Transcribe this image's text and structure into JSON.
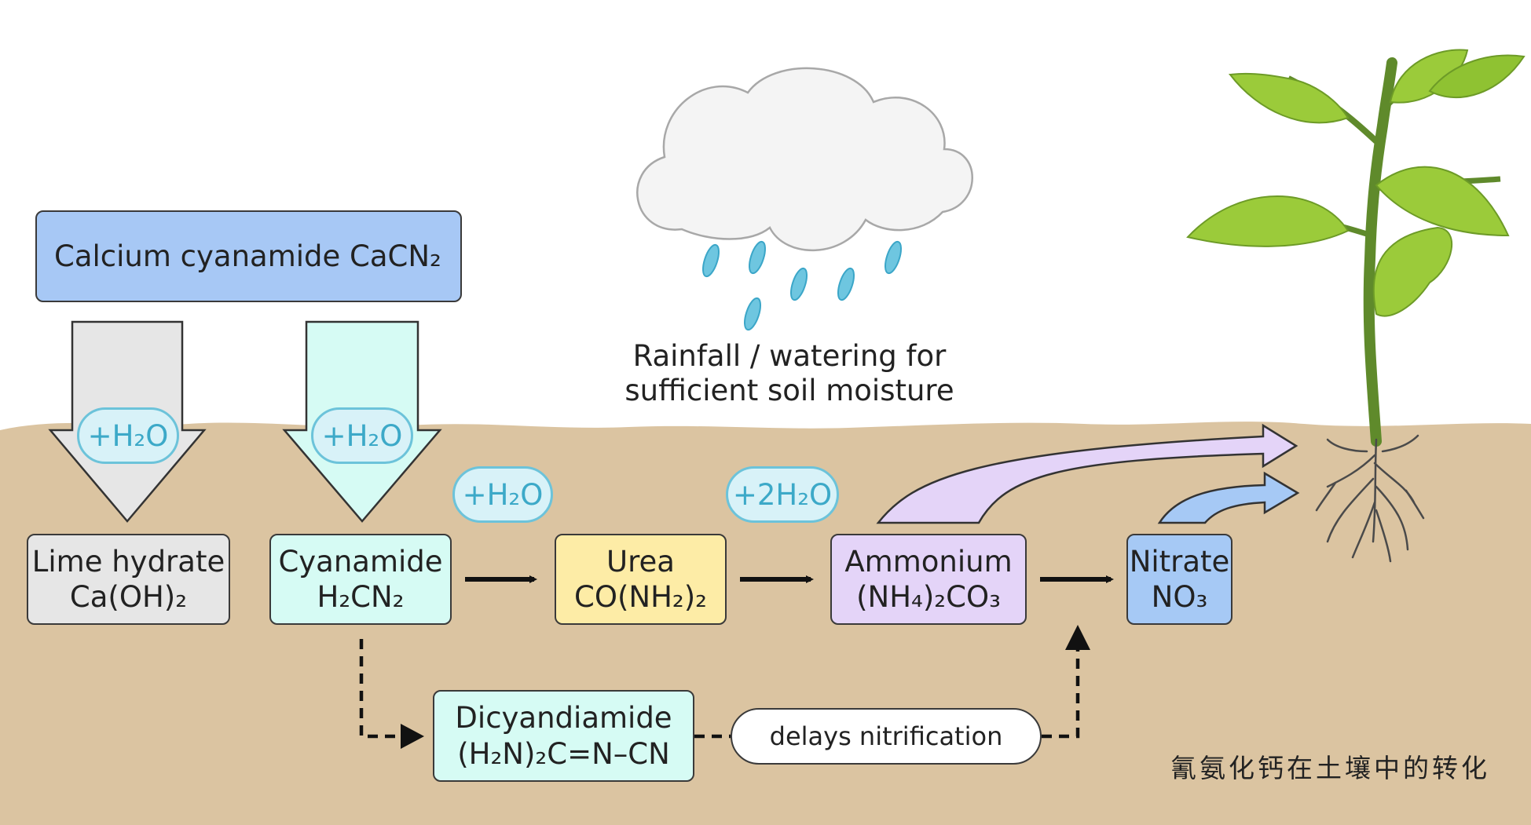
{
  "title_box": {
    "text": "Calcium cyanamide CaCN₂"
  },
  "water_labels": {
    "lime": "+H₂O",
    "cyanamide": "+H₂O",
    "urea": "+H₂O",
    "ammonium": "+2H₂O"
  },
  "rain_label": {
    "line1": "Rainfall / watering for",
    "line2": "sufficient soil moisture"
  },
  "nodes": {
    "lime_hydrate": {
      "name": "Lime hydrate",
      "formula": "Ca(OH)₂"
    },
    "cyanamide": {
      "name": "Cyanamide",
      "formula": "H₂CN₂"
    },
    "urea": {
      "name": "Urea",
      "formula": "CO(NH₂)₂"
    },
    "ammonium": {
      "name": "Ammonium",
      "formula": "(NH₄)₂CO₃"
    },
    "nitrate": {
      "name": "Nitrate",
      "formula": "NO₃"
    },
    "dicyandiamide": {
      "name": "Dicyandiamide",
      "formula": "(H₂N)₂C=N–CN"
    }
  },
  "note": {
    "text": "delays nitrification"
  },
  "caption": {
    "text": "氰氨化钙在土壤中的转化"
  },
  "colors": {
    "soil": "#dbc4a1",
    "title_box": "#a7c8f5",
    "lime": "#e6e6e6",
    "cyanamide": "#d6fbf4",
    "urea": "#fdeca6",
    "ammonium": "#e4d4f8",
    "nitrate": "#a6c9f5",
    "water_fill": "#d8f2f8",
    "water_stroke": "#6cc3da",
    "leaf": "#9bcb3a",
    "stem": "#5f8a2b",
    "root": "#4a4a4a",
    "rain_drop": "#6ec6e0"
  },
  "icons": [
    "cloud-icon",
    "rain-drop-icon",
    "plant-icon",
    "roots-icon"
  ]
}
